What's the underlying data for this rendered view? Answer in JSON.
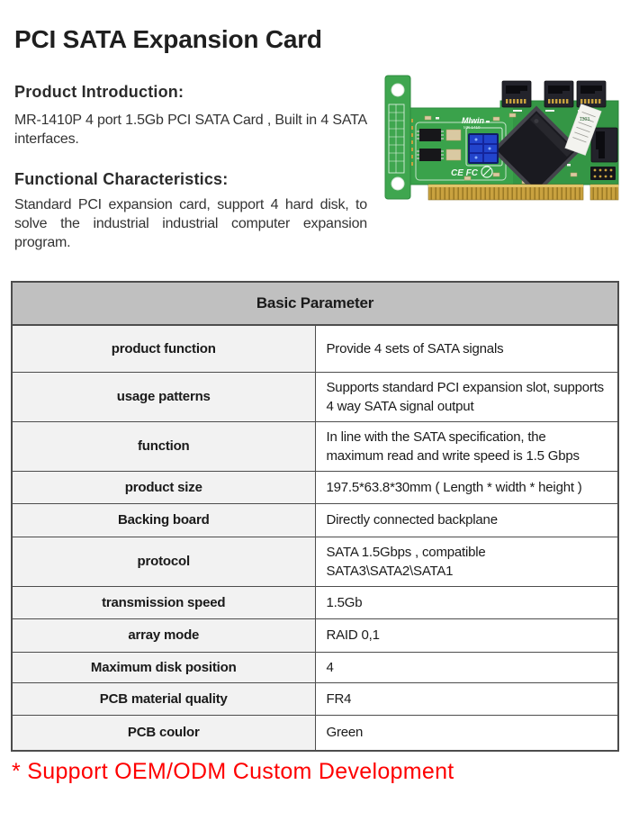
{
  "page": {
    "title": "PCI SATA Expansion Card",
    "sections": [
      {
        "heading": "Product Introduction:",
        "body": "MR-1410P 4 port 1.5Gb PCI SATA Card , Built in 4 SATA interfaces."
      },
      {
        "heading": "Functional Characteristics:",
        "body": "Standard PCI expansion card, support 4 hard disk, to solve the industrial industrial computer expansion program."
      }
    ],
    "note": "* Support OEM/ODM Custom Development"
  },
  "product_image": {
    "alt": "Green MR-1410P PCI SATA expansion card photo",
    "brand_text": "MIwin",
    "model_text": "MR-1410",
    "cert_text": "CE FC",
    "serial_text": "1303.",
    "board_color": "#3aa24b",
    "connector_color": "#23232b",
    "gold_color": "#c9a23f",
    "jumper_color": "#2244cc"
  },
  "table": {
    "title": "Basic Parameter",
    "rows": [
      {
        "label": "product function",
        "value": "Provide 4 sets of SATA signals"
      },
      {
        "label": "usage patterns",
        "value": "Supports standard PCI expansion slot, supports 4 way SATA signal output"
      },
      {
        "label": "function",
        "value": "In line with the SATA specification, the maximum read and write speed is 1.5 Gbps"
      },
      {
        "label": "product size",
        "value": "197.5*63.8*30mm ( Length * width * height )"
      },
      {
        "label": "Backing board",
        "value": "Directly connected backplane"
      },
      {
        "label": "protocol",
        "value": "SATA 1.5Gbps , compatible SATA3\\SATA2\\SATA1"
      },
      {
        "label": "transmission speed",
        "value": "1.5Gb"
      },
      {
        "label": "array mode",
        "value": "RAID 0,1"
      },
      {
        "label": "Maximum disk position",
        "value": "4"
      },
      {
        "label": "PCB material quality",
        "value": "FR4"
      },
      {
        "label": "PCB coulor",
        "value": "Green"
      }
    ]
  },
  "colors": {
    "accent_red": "#fe0000",
    "table_header_bg": "#c0c0c0",
    "table_label_bg": "#f2f2f2",
    "border": "#4d4d4d"
  }
}
